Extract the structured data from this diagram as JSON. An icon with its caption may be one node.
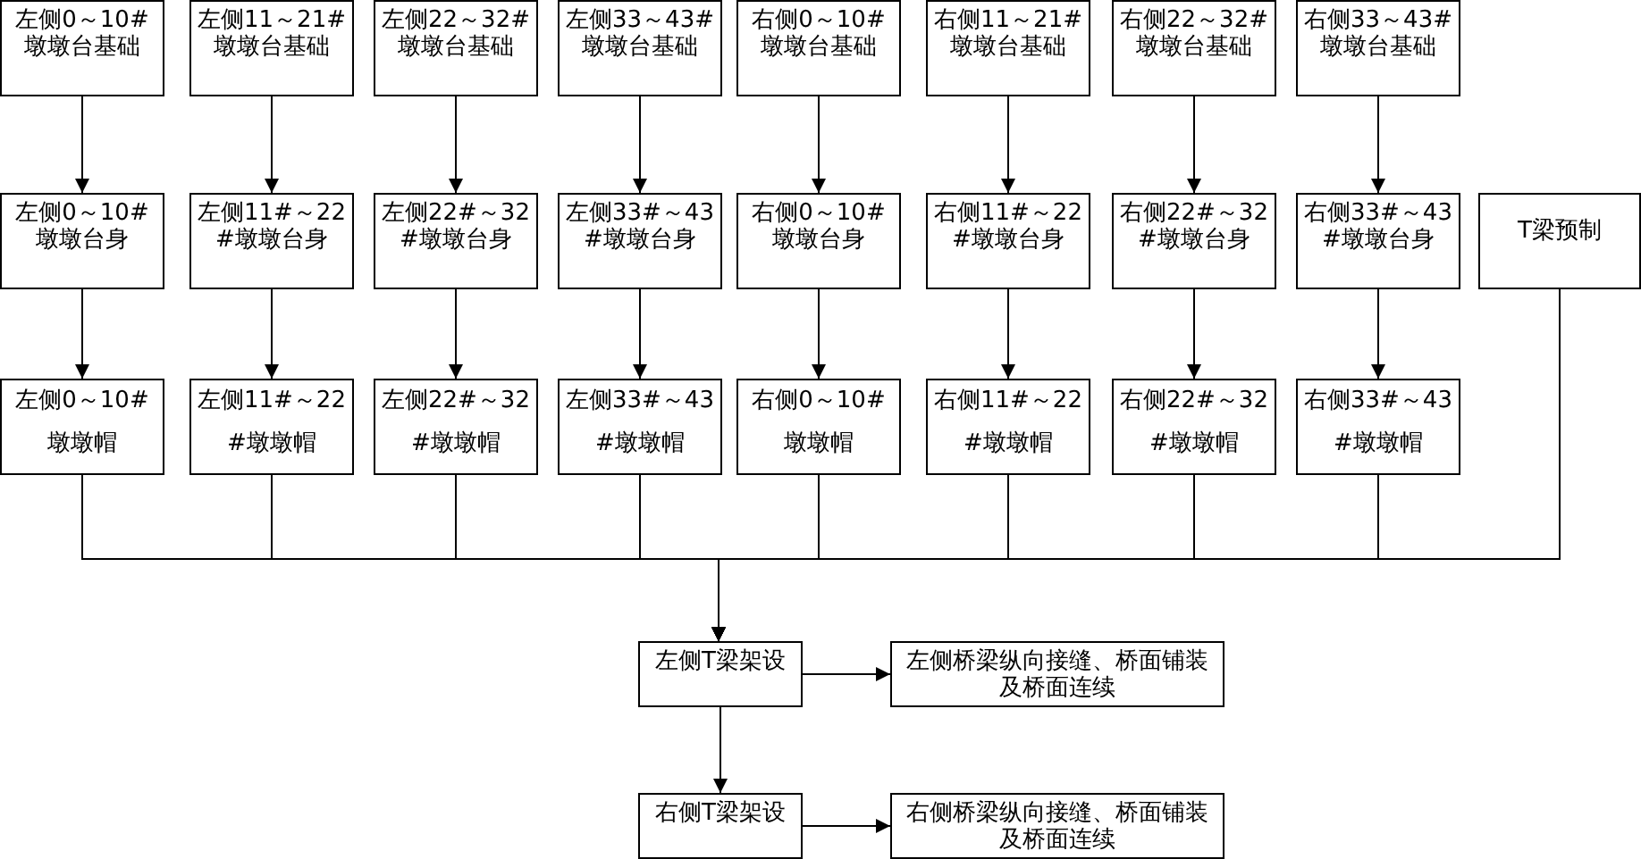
{
  "diagram": {
    "nodes": [
      {
        "text": [
          "左侧0～10#墩墩台基础"
        ]
      },
      {
        "text": [
          "左侧11～21#墩墩台基础"
        ]
      },
      {
        "text": [
          "左侧22～32#墩墩台基础"
        ]
      },
      {
        "text": [
          "左侧33～43#墩墩台基础"
        ]
      },
      {
        "text": [
          "右侧0～10#墩墩台基础"
        ]
      },
      {
        "text": [
          "右侧11～21#墩墩台基础"
        ]
      },
      {
        "text": [
          "右侧22～32#墩墩台基础"
        ]
      },
      {
        "text": [
          "右侧33～43#墩墩台基础"
        ]
      },
      {
        "text": [
          "左侧0～10#墩墩台身"
        ]
      },
      {
        "text": [
          "左侧11#～22#墩墩台身"
        ]
      },
      {
        "text": [
          "左侧22#～32#墩墩台身"
        ]
      },
      {
        "text": [
          "左侧33#～43#墩墩台身"
        ]
      },
      {
        "text": [
          "右侧0～10#墩墩台身"
        ]
      },
      {
        "text": [
          "右侧11#～22#墩墩台身"
        ]
      },
      {
        "text": [
          "右侧22#～32#墩墩台身"
        ]
      },
      {
        "text": [
          "右侧33#～43#墩墩台身"
        ]
      },
      {
        "text": [
          "T梁预制"
        ]
      },
      {
        "text": [
          "左侧0～10#墩墩帽"
        ]
      },
      {
        "text": [
          "左侧11#～22#墩墩帽"
        ]
      },
      {
        "text": [
          "左侧22#～32#墩墩帽"
        ]
      },
      {
        "text": [
          "左侧33#～43#墩墩帽"
        ]
      },
      {
        "text": [
          "右侧0～10#墩墩帽"
        ]
      },
      {
        "text": [
          "右侧11#～22#墩墩帽"
        ]
      },
      {
        "text": [
          "右侧22#～32#墩墩帽"
        ]
      },
      {
        "text": [
          "右侧33#～43#墩墩帽"
        ]
      },
      {
        "text": [
          "左侧T梁架设"
        ]
      },
      {
        "text": [
          "左侧桥梁纵向接缝、桥面铺装及桥面连续"
        ]
      },
      {
        "text": [
          "右侧T梁架设"
        ]
      },
      {
        "text": [
          "右侧桥梁纵向接缝、桥面铺装及桥面连续"
        ]
      }
    ],
    "edges": [
      {
        "from": 0,
        "to": 8,
        "arrow": "to"
      },
      {
        "from": 1,
        "to": 9,
        "arrow": "to"
      },
      {
        "from": 2,
        "to": 10,
        "arrow": "to"
      },
      {
        "from": 3,
        "to": 11,
        "arrow": "to"
      },
      {
        "from": 4,
        "to": 12,
        "arrow": "to"
      },
      {
        "from": 5,
        "to": 13,
        "arrow": "to"
      },
      {
        "from": 6,
        "to": 14,
        "arrow": "to"
      },
      {
        "from": 7,
        "to": 15,
        "arrow": "to"
      },
      {
        "from": 8,
        "to": 17,
        "arrow": "to"
      },
      {
        "from": 9,
        "to": 18,
        "arrow": "to"
      },
      {
        "from": 10,
        "to": 19,
        "arrow": "to"
      },
      {
        "from": 11,
        "to": 20,
        "arrow": "to"
      },
      {
        "from": 12,
        "to": 21,
        "arrow": "to"
      },
      {
        "from": 13,
        "to": 22,
        "arrow": "to"
      },
      {
        "from": 14,
        "to": 23,
        "arrow": "to"
      },
      {
        "from": 15,
        "to": 24,
        "arrow": "to"
      },
      {
        "from": 17,
        "to": 25,
        "arrow": "to"
      },
      {
        "from": 18,
        "to": 25,
        "arrow": "to"
      },
      {
        "from": 19,
        "to": 25,
        "arrow": "to"
      },
      {
        "from": 20,
        "to": 25,
        "arrow": "to"
      },
      {
        "from": 21,
        "to": 25,
        "arrow": "to"
      },
      {
        "from": 22,
        "to": 25,
        "arrow": "to"
      },
      {
        "from": 23,
        "to": 25,
        "arrow": "to"
      },
      {
        "from": 24,
        "to": 25,
        "arrow": "to"
      },
      {
        "from": 16,
        "to": 25,
        "arrow": "to"
      },
      {
        "from": 25,
        "to": 26,
        "arrow": "to"
      },
      {
        "from": 25,
        "to": 27,
        "arrow": "to"
      },
      {
        "from": 27,
        "to": 28,
        "arrow": "to"
      }
    ]
  }
}
